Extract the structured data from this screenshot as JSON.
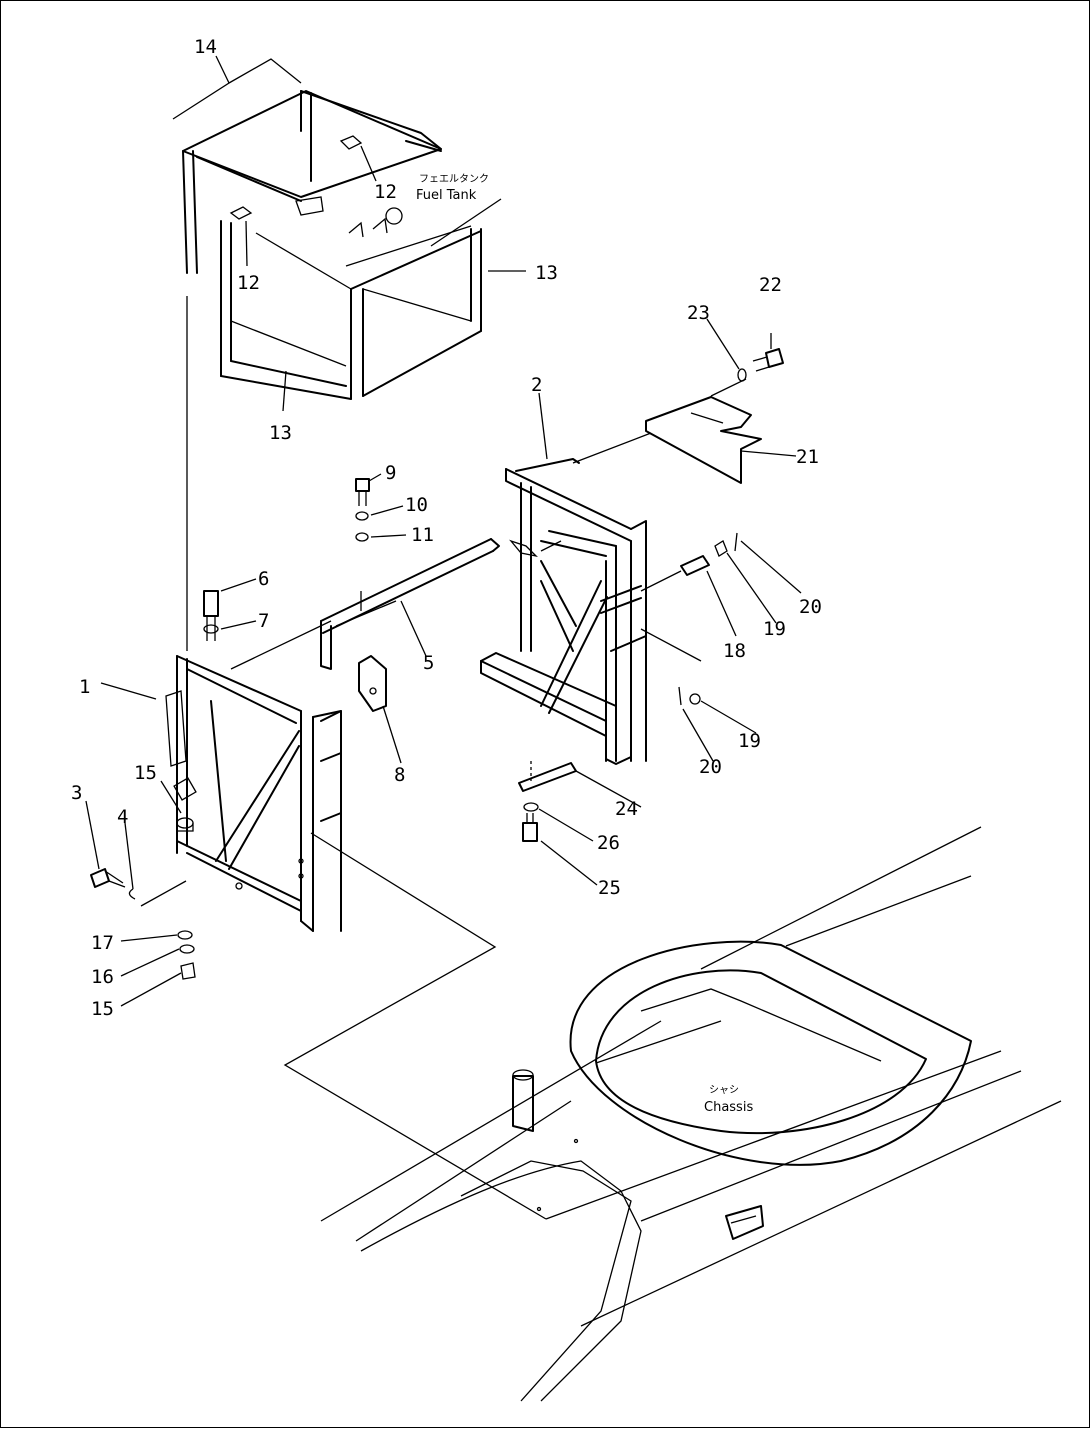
{
  "callouts": [
    {
      "key": "c14",
      "text": "14"
    },
    {
      "key": "c12a",
      "text": "12"
    },
    {
      "key": "c12b",
      "text": "12"
    },
    {
      "key": "c13a",
      "text": "13"
    },
    {
      "key": "c13b",
      "text": "13"
    },
    {
      "key": "c22",
      "text": "22"
    },
    {
      "key": "c23",
      "text": "23"
    },
    {
      "key": "c2",
      "text": "2"
    },
    {
      "key": "c21",
      "text": "21"
    },
    {
      "key": "c9",
      "text": "9"
    },
    {
      "key": "c10",
      "text": "10"
    },
    {
      "key": "c11",
      "text": "11"
    },
    {
      "key": "c6",
      "text": "6"
    },
    {
      "key": "c7",
      "text": "7"
    },
    {
      "key": "c5",
      "text": "5"
    },
    {
      "key": "c8",
      "text": "8"
    },
    {
      "key": "c1",
      "text": "1"
    },
    {
      "key": "c15a",
      "text": "15"
    },
    {
      "key": "c3",
      "text": "3"
    },
    {
      "key": "c4",
      "text": "4"
    },
    {
      "key": "c17",
      "text": "17"
    },
    {
      "key": "c16",
      "text": "16"
    },
    {
      "key": "c15b",
      "text": "15"
    },
    {
      "key": "c18",
      "text": "18"
    },
    {
      "key": "c19a",
      "text": "19"
    },
    {
      "key": "c19b",
      "text": "19"
    },
    {
      "key": "c20a",
      "text": "20"
    },
    {
      "key": "c20b",
      "text": "20"
    },
    {
      "key": "c24",
      "text": "24"
    },
    {
      "key": "c26",
      "text": "26"
    },
    {
      "key": "c25",
      "text": "25"
    }
  ],
  "annotations": {
    "fuel_tank_jp": "フェエルタンク",
    "fuel_tank_en": "Fuel Tank",
    "chassis_jp": "シャシ",
    "chassis_en": "Chassis"
  }
}
